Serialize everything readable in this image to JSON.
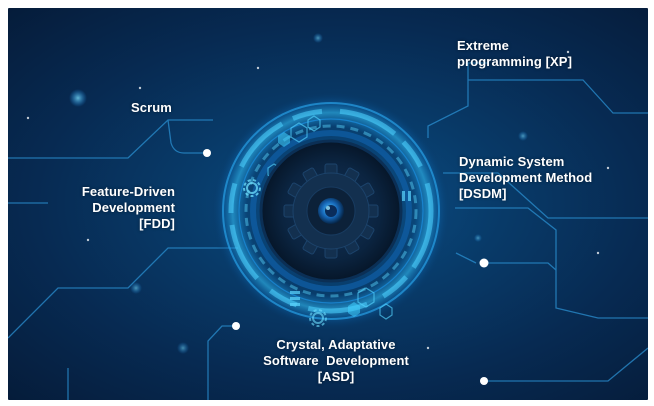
{
  "diagram": {
    "labels": {
      "xp": [
        "Extreme",
        "programming [XP]"
      ],
      "scrum": [
        "Scrum"
      ],
      "dsdm": [
        "Dynamic System",
        "Development Method",
        "[DSDM]"
      ],
      "fdd": [
        "Feature-Driven",
        "Development",
        "[FDD]"
      ],
      "asd": [
        "Crystal, Adaptative",
        "Software  Development",
        "[ASD]"
      ]
    },
    "colors": {
      "background_dark": "#051c3a",
      "background_mid": "#0b4f86",
      "circuit_line": "#2a8fd0",
      "glow": "#37c8ff",
      "label_text": "#ffffff"
    },
    "icons": {
      "center": "gear-icon",
      "nodes": "circuit-node-dot"
    }
  }
}
